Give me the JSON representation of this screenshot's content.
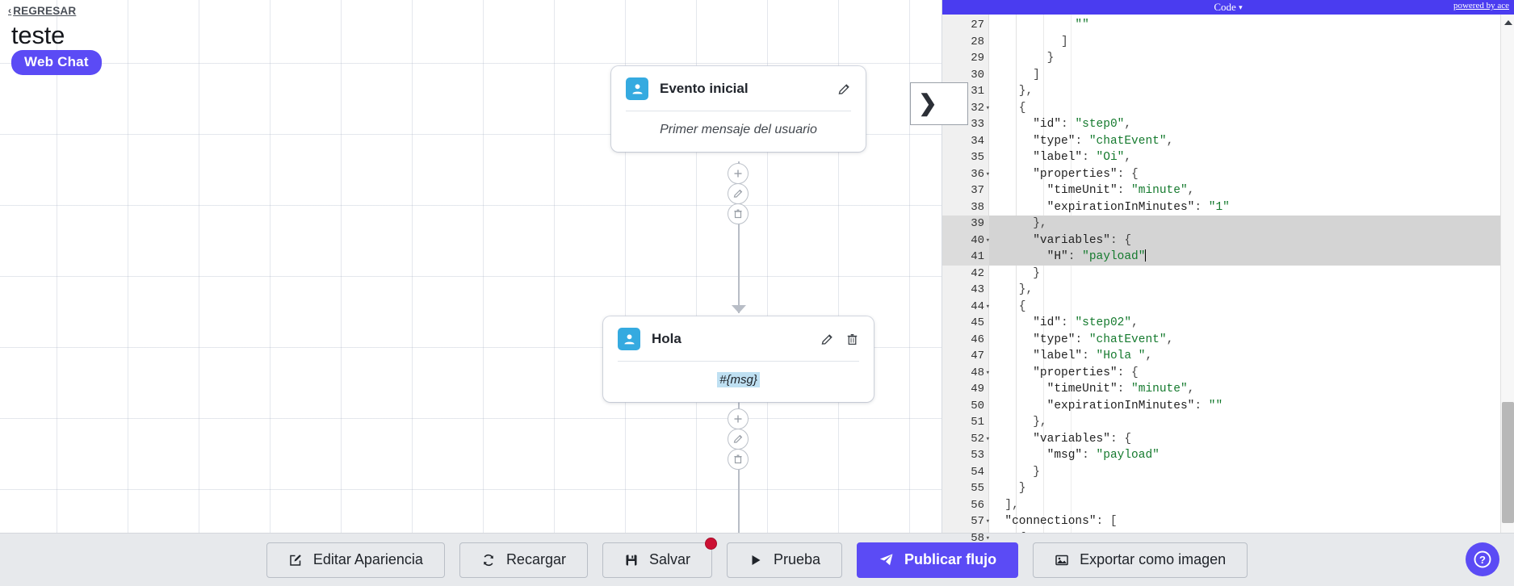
{
  "canvas": {
    "back_link": {
      "label": "REGRESAR",
      "icon": "chevron-left-icon"
    },
    "flow_title": "teste",
    "channel_badge": "Web Chat",
    "nodes": [
      {
        "id": "node-initial",
        "icon": "user-avatar-icon",
        "title": "Evento inicial",
        "body_text": "Primer mensaje del usuario",
        "body_style": "placeholder",
        "actions": [
          "edit-icon"
        ]
      },
      {
        "id": "node-hola",
        "icon": "user-avatar-icon",
        "title": "Hola",
        "body_text": "#{msg}",
        "body_style": "chip",
        "actions": [
          "edit-icon",
          "delete-icon"
        ]
      }
    ],
    "connector_actions": [
      "add-icon",
      "edit-icon",
      "delete-icon"
    ]
  },
  "editor": {
    "title": "Code",
    "title_caret": "▾",
    "powered_by": "powered by ace",
    "fold_arrow": "❯",
    "first_line_number": 27,
    "lines": [
      {
        "n": 27,
        "text": "            \"\"",
        "fold": false,
        "highlight": false
      },
      {
        "n": 28,
        "text": "          ]",
        "fold": false,
        "highlight": false
      },
      {
        "n": 29,
        "text": "        }",
        "fold": false,
        "highlight": false
      },
      {
        "n": 30,
        "text": "      ]",
        "fold": false,
        "highlight": false
      },
      {
        "n": 31,
        "text": "    },",
        "fold": false,
        "highlight": false
      },
      {
        "n": 32,
        "text": "    {",
        "fold": true,
        "highlight": false
      },
      {
        "n": 33,
        "text": "      \"id\": \"step0\",",
        "fold": false,
        "highlight": false
      },
      {
        "n": 34,
        "text": "      \"type\": \"chatEvent\",",
        "fold": false,
        "highlight": false
      },
      {
        "n": 35,
        "text": "      \"label\": \"Oi\",",
        "fold": false,
        "highlight": false
      },
      {
        "n": 36,
        "text": "      \"properties\": {",
        "fold": true,
        "highlight": false
      },
      {
        "n": 37,
        "text": "        \"timeUnit\": \"minute\",",
        "fold": false,
        "highlight": false
      },
      {
        "n": 38,
        "text": "        \"expirationInMinutes\": \"1\"",
        "fold": false,
        "highlight": false
      },
      {
        "n": 39,
        "text": "      },",
        "fold": false,
        "highlight": true
      },
      {
        "n": 40,
        "text": "      \"variables\": {",
        "fold": true,
        "highlight": true
      },
      {
        "n": 41,
        "text": "        \"H\": \"payload\"",
        "fold": false,
        "highlight": true,
        "cursor": true
      },
      {
        "n": 42,
        "text": "      }",
        "fold": false,
        "highlight": false
      },
      {
        "n": 43,
        "text": "    },",
        "fold": false,
        "highlight": false
      },
      {
        "n": 44,
        "text": "    {",
        "fold": true,
        "highlight": false
      },
      {
        "n": 45,
        "text": "      \"id\": \"step02\",",
        "fold": false,
        "highlight": false
      },
      {
        "n": 46,
        "text": "      \"type\": \"chatEvent\",",
        "fold": false,
        "highlight": false
      },
      {
        "n": 47,
        "text": "      \"label\": \"Hola \",",
        "fold": false,
        "highlight": false
      },
      {
        "n": 48,
        "text": "      \"properties\": {",
        "fold": true,
        "highlight": false
      },
      {
        "n": 49,
        "text": "        \"timeUnit\": \"minute\",",
        "fold": false,
        "highlight": false
      },
      {
        "n": 50,
        "text": "        \"expirationInMinutes\": \"\"",
        "fold": false,
        "highlight": false
      },
      {
        "n": 51,
        "text": "      },",
        "fold": false,
        "highlight": false
      },
      {
        "n": 52,
        "text": "      \"variables\": {",
        "fold": true,
        "highlight": false
      },
      {
        "n": 53,
        "text": "        \"msg\": \"payload\"",
        "fold": false,
        "highlight": false
      },
      {
        "n": 54,
        "text": "      }",
        "fold": false,
        "highlight": false
      },
      {
        "n": 55,
        "text": "    }",
        "fold": false,
        "highlight": false
      },
      {
        "n": 56,
        "text": "  ],",
        "fold": false,
        "highlight": false
      },
      {
        "n": 57,
        "text": "  \"connections\": [",
        "fold": true,
        "highlight": false
      },
      {
        "n": 58,
        "text": "    {",
        "fold": true,
        "highlight": false
      }
    ]
  },
  "toolbar": {
    "buttons": [
      {
        "label": "Editar Apariencia",
        "icon": "edit-square-icon",
        "primary": false,
        "badge": false
      },
      {
        "label": "Recargar",
        "icon": "refresh-icon",
        "primary": false,
        "badge": false
      },
      {
        "label": "Salvar",
        "icon": "save-disk-icon",
        "primary": false,
        "badge": true
      },
      {
        "label": "Prueba",
        "icon": "play-icon",
        "primary": false,
        "badge": false
      },
      {
        "label": "Publicar flujo",
        "icon": "paper-plane-icon",
        "primary": true,
        "badge": false
      },
      {
        "label": "Exportar como imagen",
        "icon": "image-icon",
        "primary": false,
        "badge": false
      }
    ],
    "help_label": "?"
  },
  "colors": {
    "brand_purple": "#5b4bf5",
    "editor_bar": "#4a3cf0",
    "node_icon_blue": "#35aae0",
    "badge_red": "#cc1033",
    "toolbar_bg": "#e7e9ec"
  }
}
